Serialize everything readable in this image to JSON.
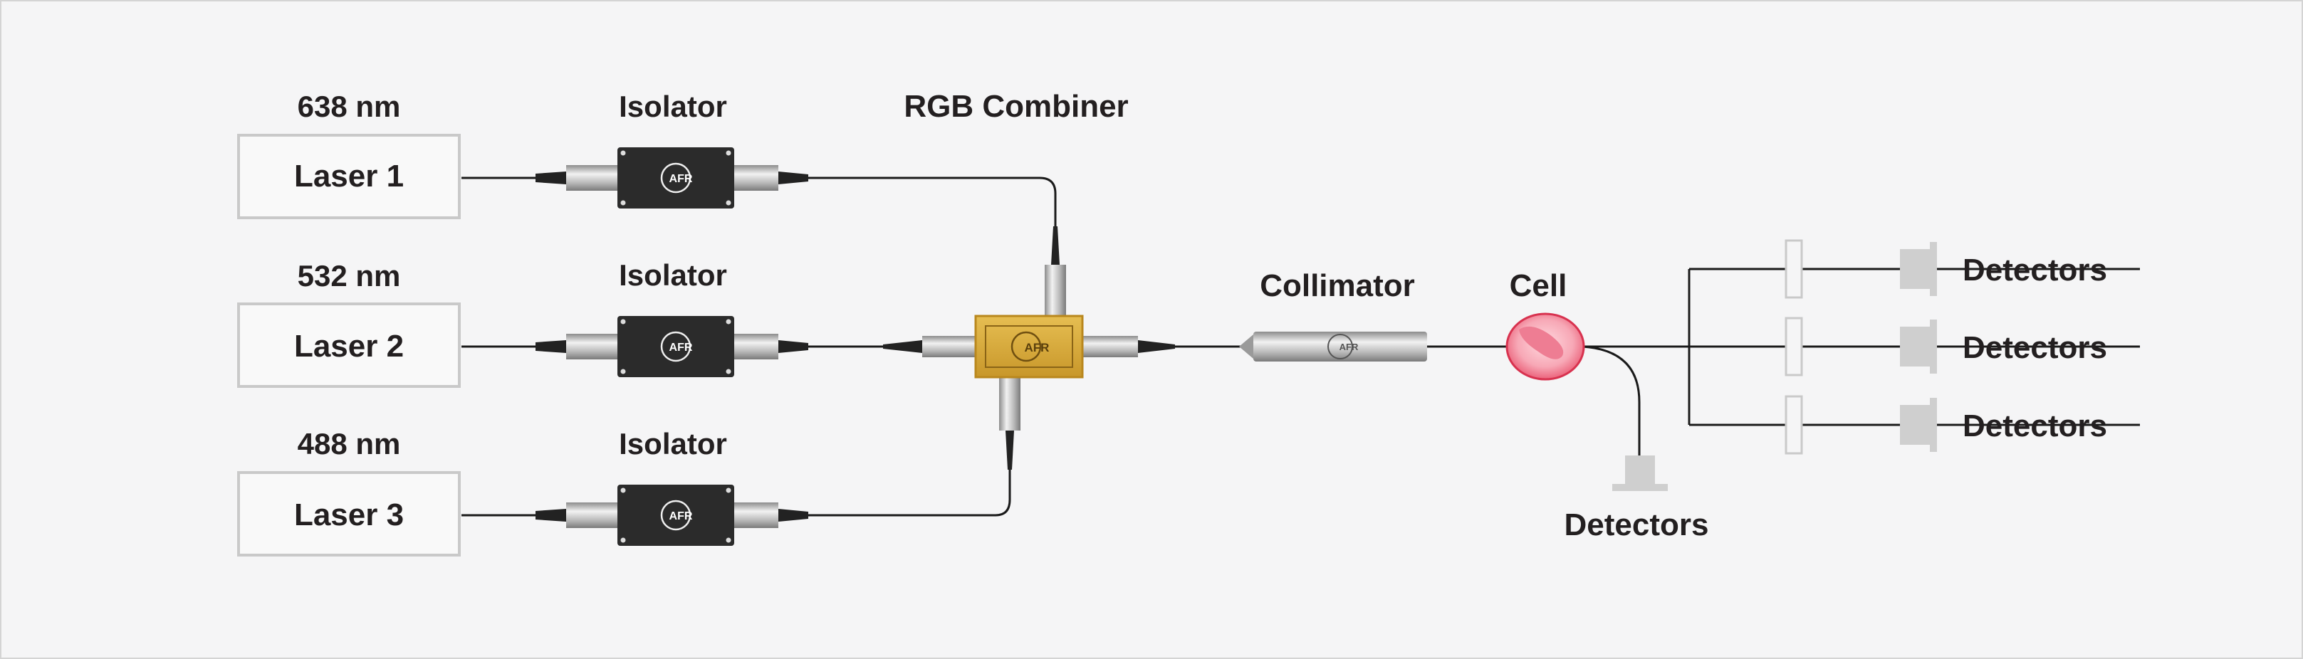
{
  "lasers": [
    {
      "wavelength": "638 nm",
      "name": "Laser 1"
    },
    {
      "wavelength": "532 nm",
      "name": "Laser 2"
    },
    {
      "wavelength": "488 nm",
      "name": "Laser 3"
    }
  ],
  "isolators": [
    {
      "label": "Isolator",
      "logo": "AFR"
    },
    {
      "label": "Isolator",
      "logo": "AFR"
    },
    {
      "label": "Isolator",
      "logo": "AFR"
    }
  ],
  "combiner": {
    "label": "RGB Combiner",
    "logo": "AFR"
  },
  "collimator": {
    "label": "Collimator",
    "logo": "AFR"
  },
  "cell": {
    "label": "Cell"
  },
  "detectors": {
    "forward": "Detectors",
    "side": [
      "Detectors",
      "Detectors",
      "Detectors"
    ]
  },
  "colors": {
    "background": "#f5f5f6",
    "isolator_body": "#2b2b2b",
    "combiner_body": "#d9ad3c",
    "cell": "#ef5a74",
    "detector": "#cfcfcf"
  }
}
